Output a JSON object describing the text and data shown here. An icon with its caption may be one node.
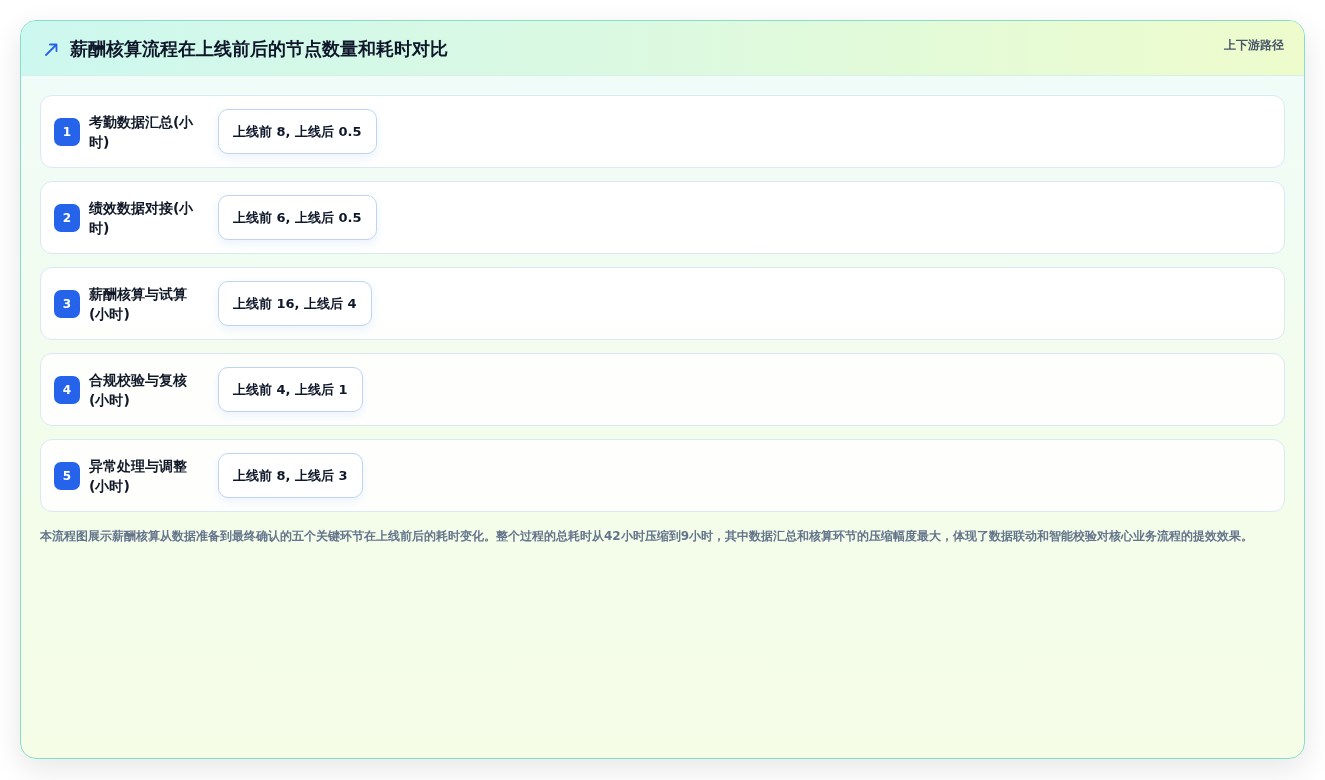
{
  "diagram": {
    "title": "薪酬核算流程在上线前后的节点数量和耗时对比",
    "caption": "本流程图展示薪酬核算从数据准备到最终确认的五个关键环节在上线前后的耗时变化。整个过程的总耗时从42小时压缩到9小时，其中数据汇总和核算环节的压缩幅度最大，体现了数据联动和智能校验对核心业务流程的提效效果。",
    "nodes": [
      {
        "text": [
          "考勤数据汇总(小时)"
        ]
      },
      {
        "text": [
          "1"
        ],
        "in": 0
      },
      {
        "text": [
          "上线前 8, 上线后 0.5"
        ],
        "in": 0
      },
      {
        "text": [
          "绩效数据对接(小时)"
        ]
      },
      {
        "text": [
          "2"
        ],
        "in": 3
      },
      {
        "text": [
          "上线前 6, 上线后 0.5"
        ],
        "in": 3
      },
      {
        "text": [
          "薪酬核算与试算(小时)"
        ]
      },
      {
        "text": [
          "3"
        ],
        "in": 6
      },
      {
        "text": [
          "上线前 16, 上线后 4"
        ],
        "in": 6
      },
      {
        "text": [
          "合规校验与复核(小时)"
        ]
      },
      {
        "text": [
          "4"
        ],
        "in": 9
      },
      {
        "text": [
          "上线前 4, 上线后 1"
        ],
        "in": 9
      },
      {
        "text": [
          "异常处理与调整(小时)"
        ]
      },
      {
        "text": [
          "5"
        ],
        "in": 12
      },
      {
        "text": [
          "上线前 8, 上线后 3"
        ],
        "in": 12
      }
    ],
    "labels": [
      "上下游路径"
    ]
  }
}
